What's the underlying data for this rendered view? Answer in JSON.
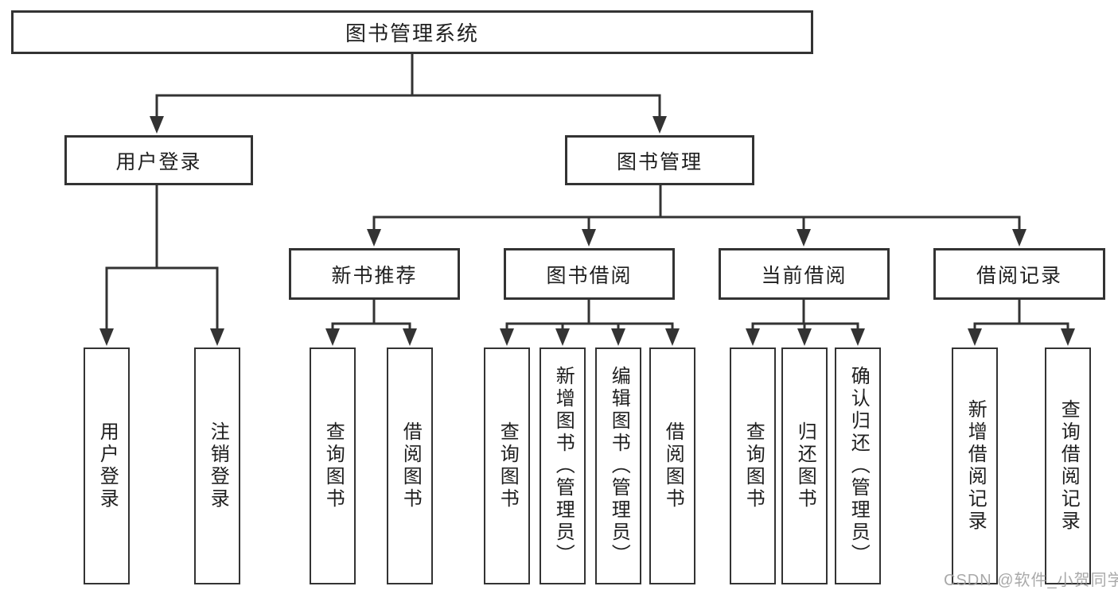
{
  "diagram": {
    "title": "图书管理系统",
    "type": "hierarchy-diagram",
    "colors": {
      "line": "#333333",
      "text": "#1f1f1f",
      "watermark": "#a0a0a0",
      "background": "#ffffff"
    },
    "nodes": {
      "root": {
        "label": "图书管理系统"
      },
      "userLogin": {
        "label": "用户登录"
      },
      "bookManagement": {
        "label": "图书管理"
      },
      "newBookRecommend": {
        "label": "新书推荐"
      },
      "bookBorrow": {
        "label": "图书借阅"
      },
      "currentBorrow": {
        "label": "当前借阅"
      },
      "borrowRecords": {
        "label": "借阅记录"
      },
      "loginLeaf": {
        "label": "用户登录"
      },
      "logoutLeaf": {
        "label": "注销登录"
      },
      "recQueryBooks": {
        "label": "查询图书"
      },
      "recBorrowBooks": {
        "label": "借阅图书"
      },
      "bbQueryBooks": {
        "label": "查询图书"
      },
      "bbAddBooks": {
        "label": "新增图书（管理员）"
      },
      "bbEditBooks": {
        "label": "编辑图书（管理员）"
      },
      "bbBorrowBooks": {
        "label": "借阅图书"
      },
      "cbQueryBooks": {
        "label": "查询图书"
      },
      "cbReturnBooks": {
        "label": "归还图书"
      },
      "cbConfirmReturn": {
        "label": "确认归还（管理员）"
      },
      "brAddRecord": {
        "label": "新增借阅记录"
      },
      "brQueryRecord": {
        "label": "查询借阅记录"
      }
    },
    "edges": [
      [
        "root",
        "userLogin"
      ],
      [
        "root",
        "bookManagement"
      ],
      [
        "userLogin",
        "loginLeaf"
      ],
      [
        "userLogin",
        "logoutLeaf"
      ],
      [
        "bookManagement",
        "newBookRecommend"
      ],
      [
        "bookManagement",
        "bookBorrow"
      ],
      [
        "bookManagement",
        "currentBorrow"
      ],
      [
        "bookManagement",
        "borrowRecords"
      ],
      [
        "newBookRecommend",
        "recQueryBooks"
      ],
      [
        "newBookRecommend",
        "recBorrowBooks"
      ],
      [
        "bookBorrow",
        "bbQueryBooks"
      ],
      [
        "bookBorrow",
        "bbAddBooks"
      ],
      [
        "bookBorrow",
        "bbEditBooks"
      ],
      [
        "bookBorrow",
        "bbBorrowBooks"
      ],
      [
        "currentBorrow",
        "cbQueryBooks"
      ],
      [
        "currentBorrow",
        "cbReturnBooks"
      ],
      [
        "currentBorrow",
        "cbConfirmReturn"
      ],
      [
        "borrowRecords",
        "brAddRecord"
      ],
      [
        "borrowRecords",
        "brQueryRecord"
      ]
    ],
    "watermark": {
      "text": "CSDN @软件_小贺同学"
    }
  }
}
